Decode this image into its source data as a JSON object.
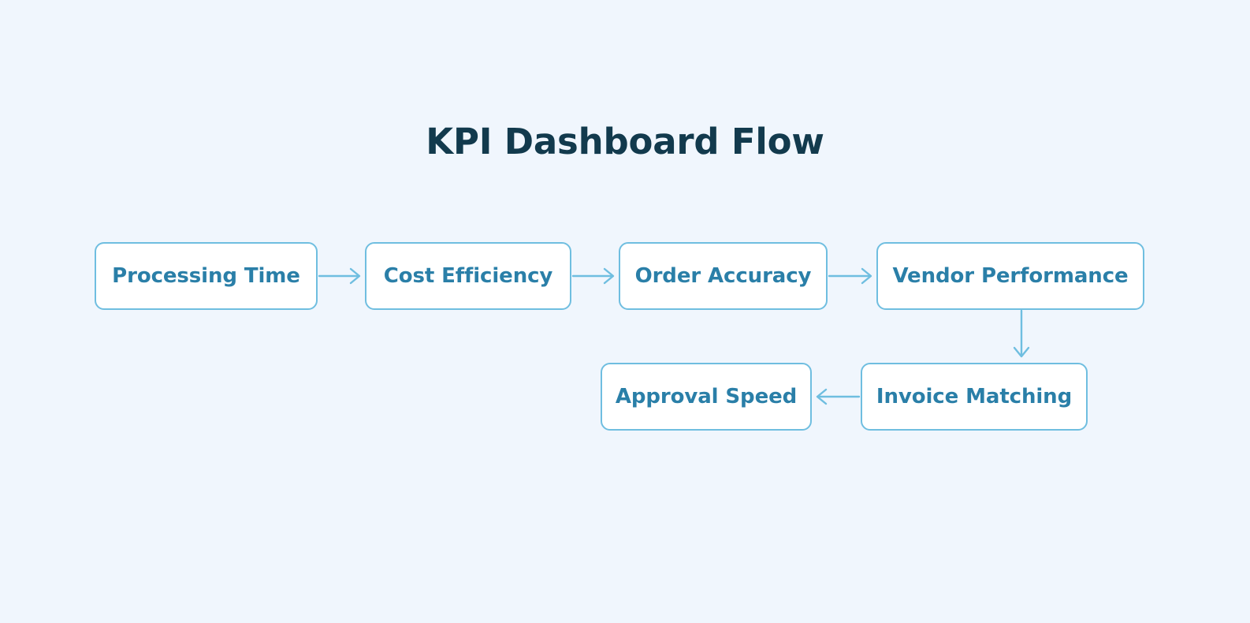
{
  "page": {
    "background_color": "#f0f6fd",
    "title": "KPI Dashboard Flow"
  },
  "theme": {
    "title_color": "#123a4d",
    "node_border_color": "#6fbee0",
    "node_fill_color": "#ffffff",
    "node_text_color": "#2a7fa8",
    "connector_color": "#6fbee0"
  },
  "chart_data": {
    "type": "diagram",
    "title": "KPI Dashboard Flow",
    "nodes": [
      {
        "id": "processing-time",
        "label": "Processing Time",
        "row": 1,
        "order": 1
      },
      {
        "id": "cost-efficiency",
        "label": "Cost Efficiency",
        "row": 1,
        "order": 2
      },
      {
        "id": "order-accuracy",
        "label": "Order Accuracy",
        "row": 1,
        "order": 3
      },
      {
        "id": "vendor-performance",
        "label": "Vendor Performance",
        "row": 1,
        "order": 4
      },
      {
        "id": "invoice-matching",
        "label": "Invoice Matching",
        "row": 2,
        "order": 5
      },
      {
        "id": "approval-speed",
        "label": "Approval Speed",
        "row": 2,
        "order": 6
      }
    ],
    "edges": [
      {
        "from": "processing-time",
        "to": "cost-efficiency",
        "direction": "right"
      },
      {
        "from": "cost-efficiency",
        "to": "order-accuracy",
        "direction": "right"
      },
      {
        "from": "order-accuracy",
        "to": "vendor-performance",
        "direction": "right"
      },
      {
        "from": "vendor-performance",
        "to": "invoice-matching",
        "direction": "down"
      },
      {
        "from": "invoice-matching",
        "to": "approval-speed",
        "direction": "left"
      }
    ]
  }
}
